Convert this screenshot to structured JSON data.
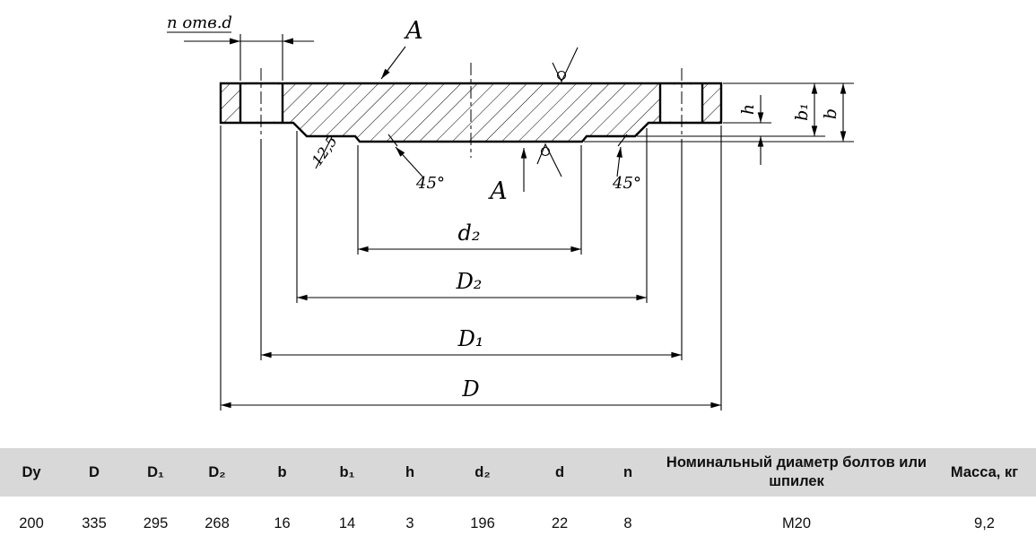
{
  "drawing": {
    "labels": {
      "holes_note": "n отв.d",
      "section_a_top": "А",
      "section_a_bottom": "А",
      "roughness_value": "12,5",
      "chamfer_left": "45°",
      "chamfer_right": "45°",
      "dim_d2": "d₂",
      "dim_D2": "D₂",
      "dim_D1": "D₁",
      "dim_D": "D",
      "dim_h": "h",
      "dim_b1": "b₁",
      "dim_b": "b"
    }
  },
  "table": {
    "headers": [
      "Dy",
      "D",
      "D₁",
      "D₂",
      "b",
      "b₁",
      "h",
      "d₂",
      "d",
      "n",
      "Номинальный диаметр болтов или шпилек",
      "Масса, кг"
    ],
    "row": [
      "200",
      "335",
      "295",
      "268",
      "16",
      "14",
      "3",
      "196",
      "22",
      "8",
      "М20",
      "9,2"
    ]
  },
  "colors": {
    "header_bg": "#d8d8d8",
    "line": "#000000"
  }
}
